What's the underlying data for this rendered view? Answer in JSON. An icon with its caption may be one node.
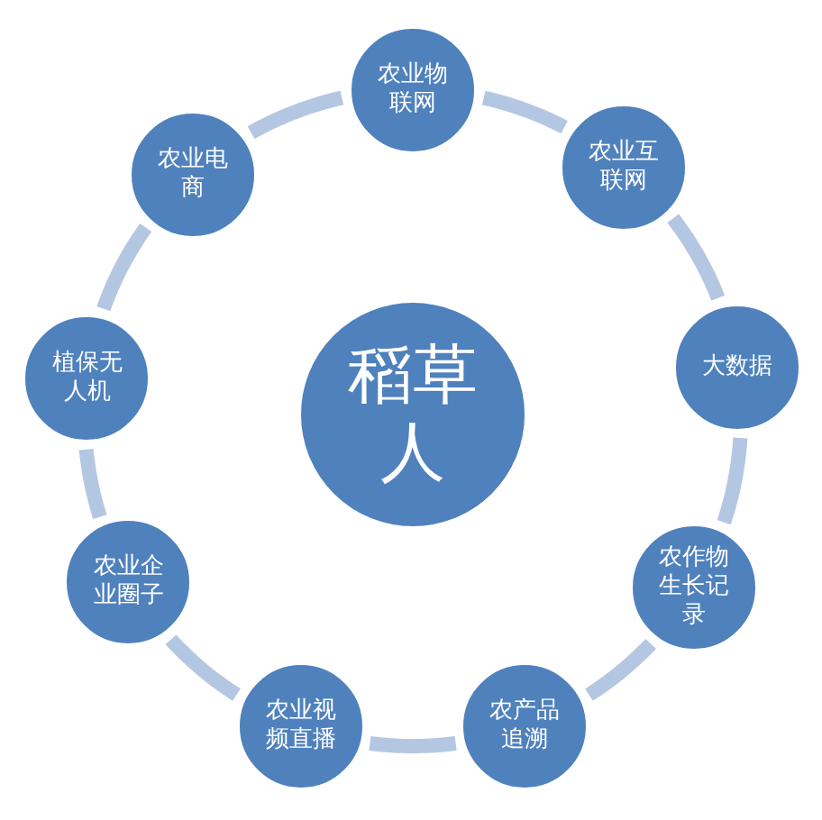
{
  "diagram": {
    "nodes": [
      {
        "text": [
          "稻草人"
        ]
      },
      {
        "text": [
          "农业物联网"
        ]
      },
      {
        "text": [
          "农业互联网"
        ]
      },
      {
        "text": [
          "大数据"
        ]
      },
      {
        "text": [
          "农作物生长记录"
        ]
      },
      {
        "text": [
          "农产品追溯"
        ]
      },
      {
        "text": [
          "农业视频直播"
        ]
      },
      {
        "text": [
          "农业企业圈子"
        ]
      },
      {
        "text": [
          "植保无人机"
        ]
      },
      {
        "text": [
          "农业电商"
        ]
      }
    ],
    "edges": [
      {
        "from": 1,
        "to": 2,
        "arrow": "none"
      },
      {
        "from": 2,
        "to": 3,
        "arrow": "none"
      },
      {
        "from": 3,
        "to": 4,
        "arrow": "none"
      },
      {
        "from": 4,
        "to": 5,
        "arrow": "none"
      },
      {
        "from": 5,
        "to": 6,
        "arrow": "none"
      },
      {
        "from": 6,
        "to": 7,
        "arrow": "none"
      },
      {
        "from": 7,
        "to": 8,
        "arrow": "none"
      },
      {
        "from": 8,
        "to": 9,
        "arrow": "none"
      },
      {
        "from": 9,
        "to": 1,
        "arrow": "none"
      }
    ]
  }
}
